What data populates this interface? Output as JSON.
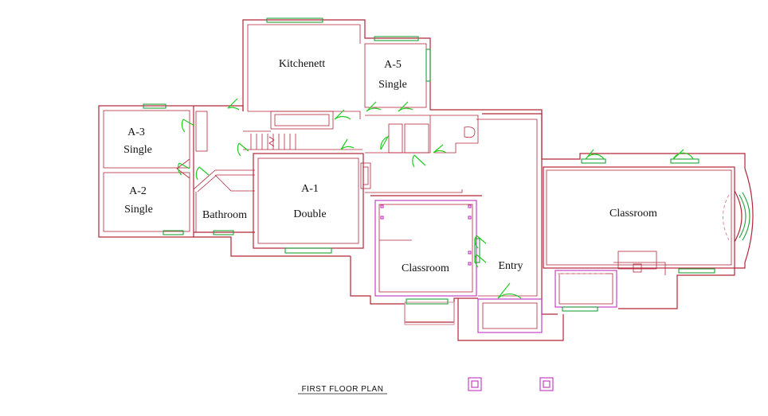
{
  "plan": {
    "title": "FIRST FLOOR PLAN",
    "rooms": {
      "kitchenett": {
        "name": "Kitchenett"
      },
      "a5": {
        "name": "A-5",
        "type": "Single"
      },
      "a3": {
        "name": "A-3",
        "type": "Single"
      },
      "a2": {
        "name": "A-2",
        "type": "Single"
      },
      "a1": {
        "name": "A-1",
        "type": "Double"
      },
      "bathroom": {
        "name": "Bathroom"
      },
      "classroom_center": {
        "name": "Classroom"
      },
      "entry": {
        "name": "Entry"
      },
      "classroom_right": {
        "name": "Classroom"
      }
    },
    "colors": {
      "walls": "#b3263a",
      "windows_doors": "#1fa23a",
      "fixtures": "#c030c0"
    }
  }
}
